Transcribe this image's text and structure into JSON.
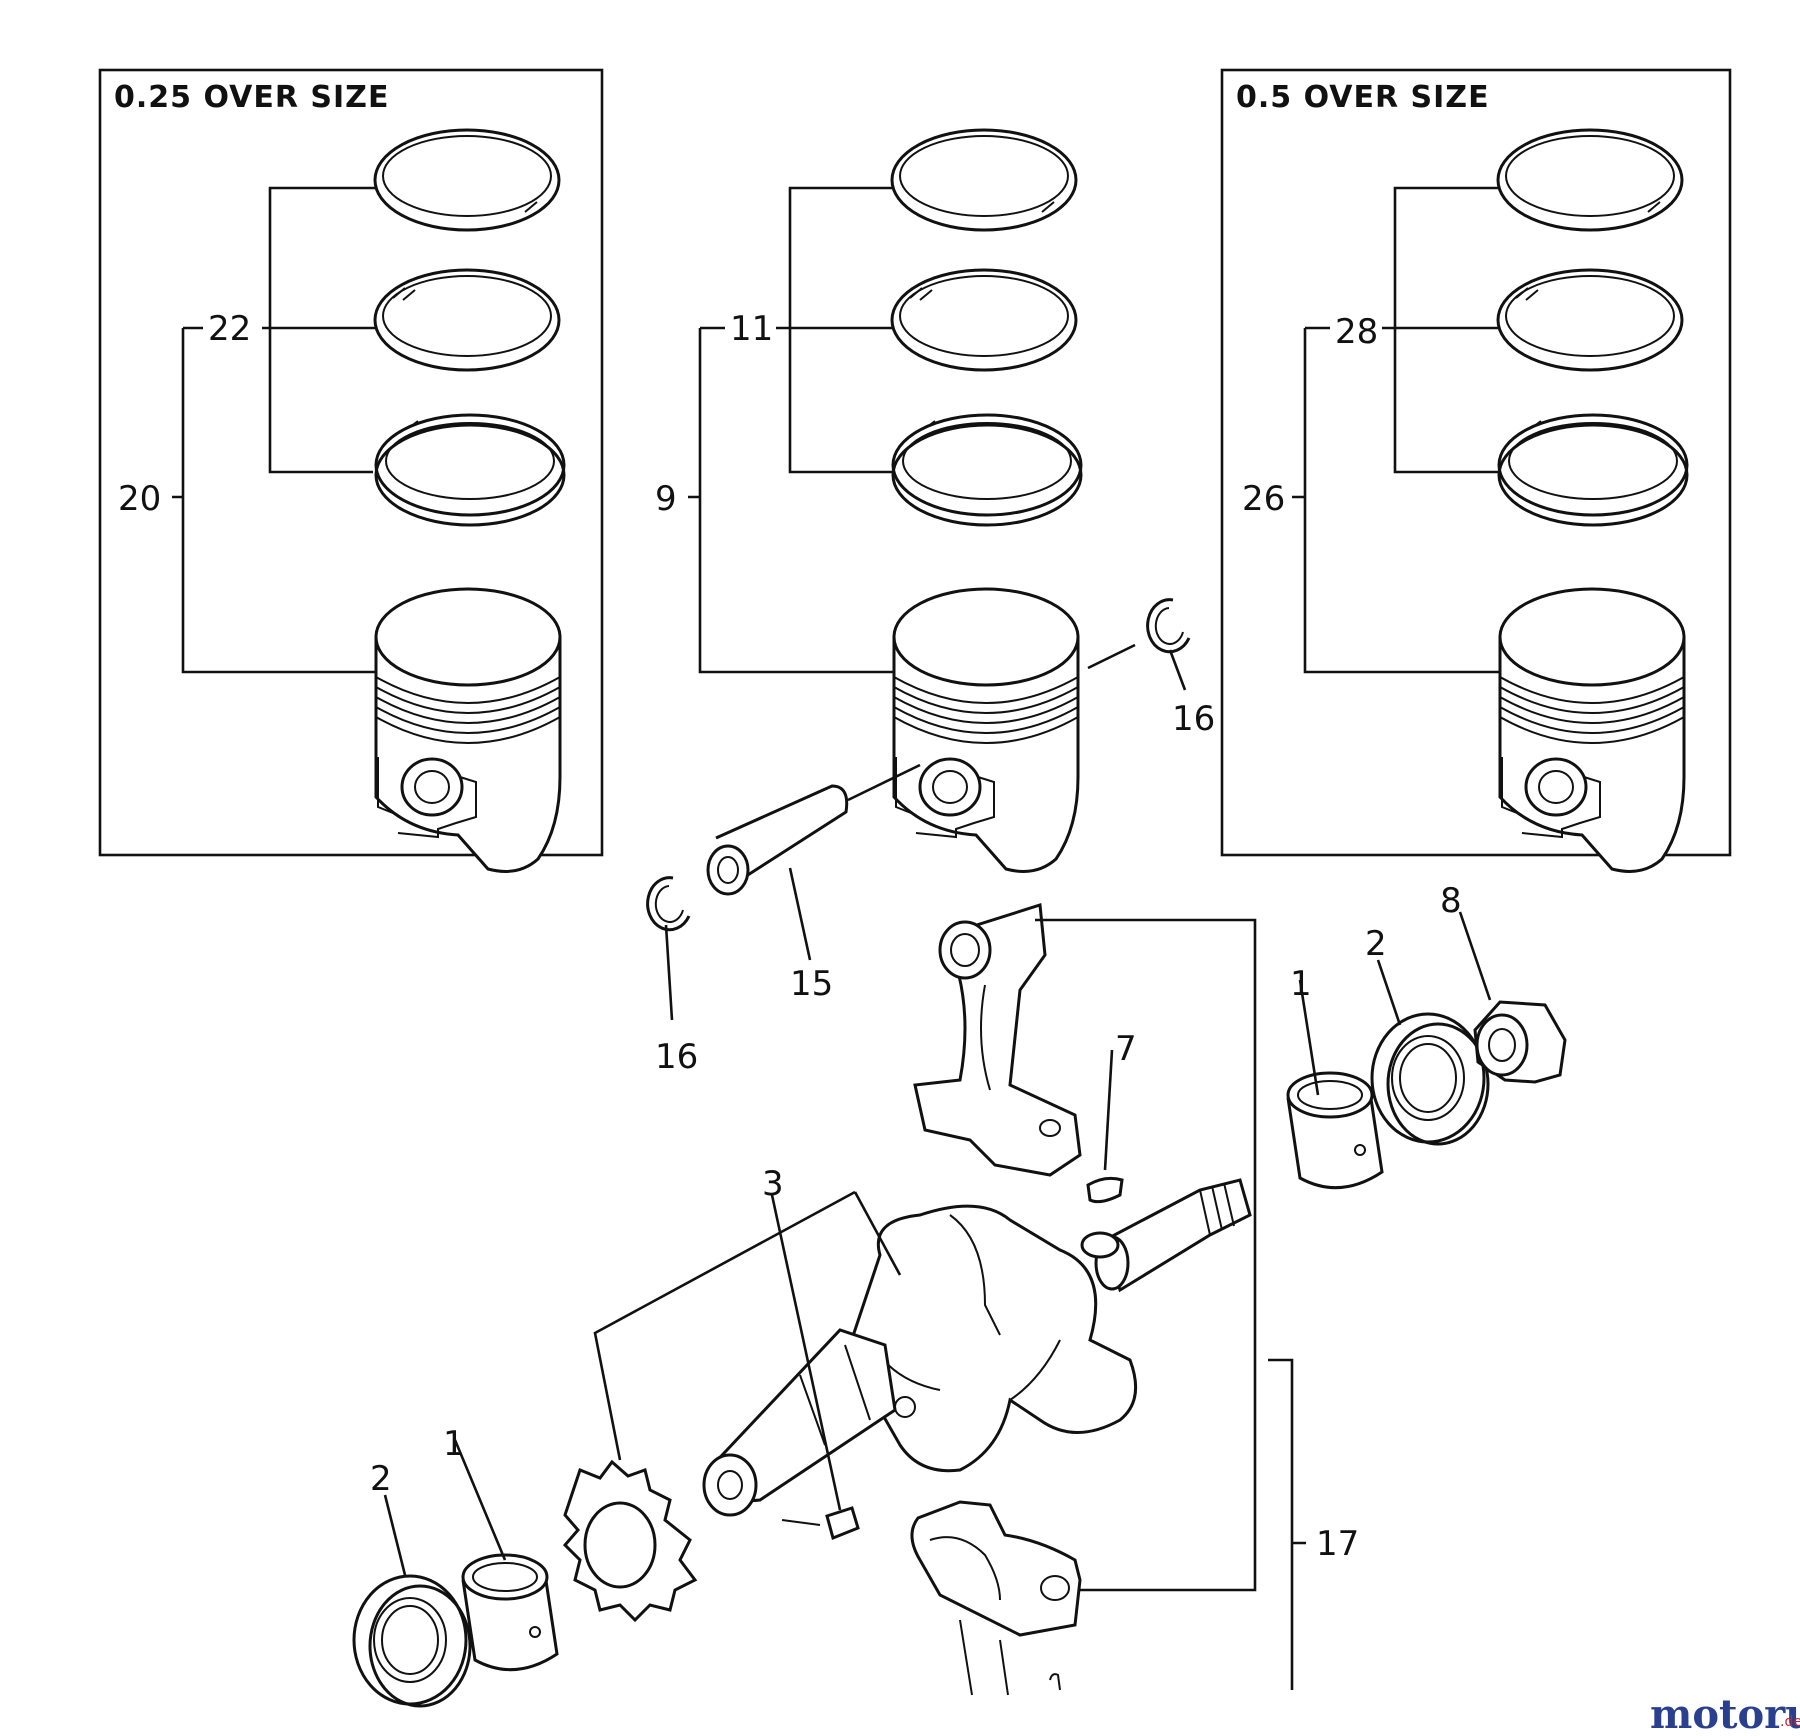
{
  "boxes": {
    "left_title": "0.25 OVER SIZE",
    "right_title": "0.5 OVER SIZE"
  },
  "labels": {
    "p20": "20",
    "p22": "22",
    "p9": "9",
    "p11": "11",
    "p26": "26",
    "p28": "28",
    "p16a": "16",
    "p16b": "16",
    "p15": "15",
    "p1a": "1",
    "p2a": "2",
    "p8": "8",
    "p7": "7",
    "p3": "3",
    "p2b": "2",
    "p1b": "1",
    "p17": "17"
  },
  "watermark": {
    "brand": "motoruf",
    "suffix": ".de",
    "color_brand": "#2b3f8f",
    "color_dot": "#c0282d"
  }
}
